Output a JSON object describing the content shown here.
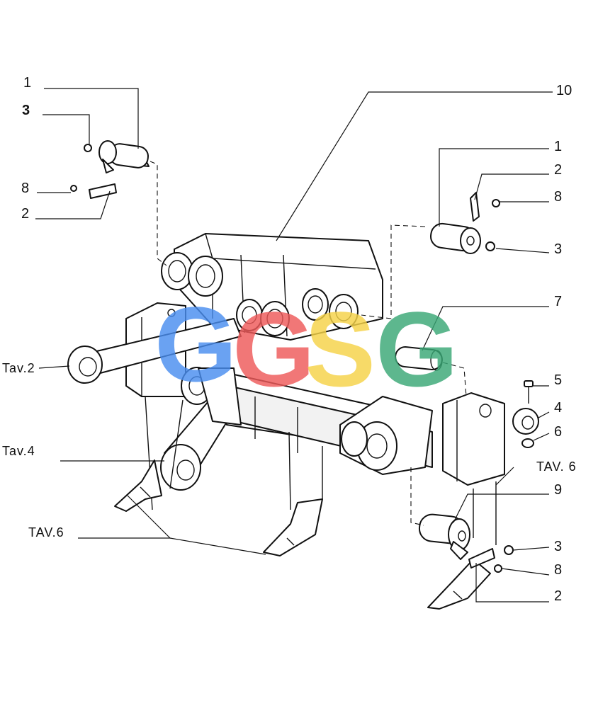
{
  "callouts": {
    "tl_1": "1",
    "tl_3": "3",
    "tl_8": "8",
    "tl_2": "2",
    "tr_10": "10",
    "r_1": "1",
    "r_2": "2",
    "r_8": "8",
    "r_3": "3",
    "r_7": "7",
    "r_5": "5",
    "r_4": "4",
    "r_6": "6",
    "r_tav6": "TAV. 6",
    "r_9": "9",
    "br_3": "3",
    "br_8": "8",
    "br_2": "2",
    "l_tav2": "Tav.2",
    "l_tav4": "Tav.4",
    "l_tav6": "TAV.6"
  },
  "watermark": {
    "letters": [
      "G",
      "G",
      "S",
      "G"
    ],
    "colors": [
      "#4a8ef0",
      "#ee5a5a",
      "#f6d348",
      "#3aa876"
    ]
  }
}
